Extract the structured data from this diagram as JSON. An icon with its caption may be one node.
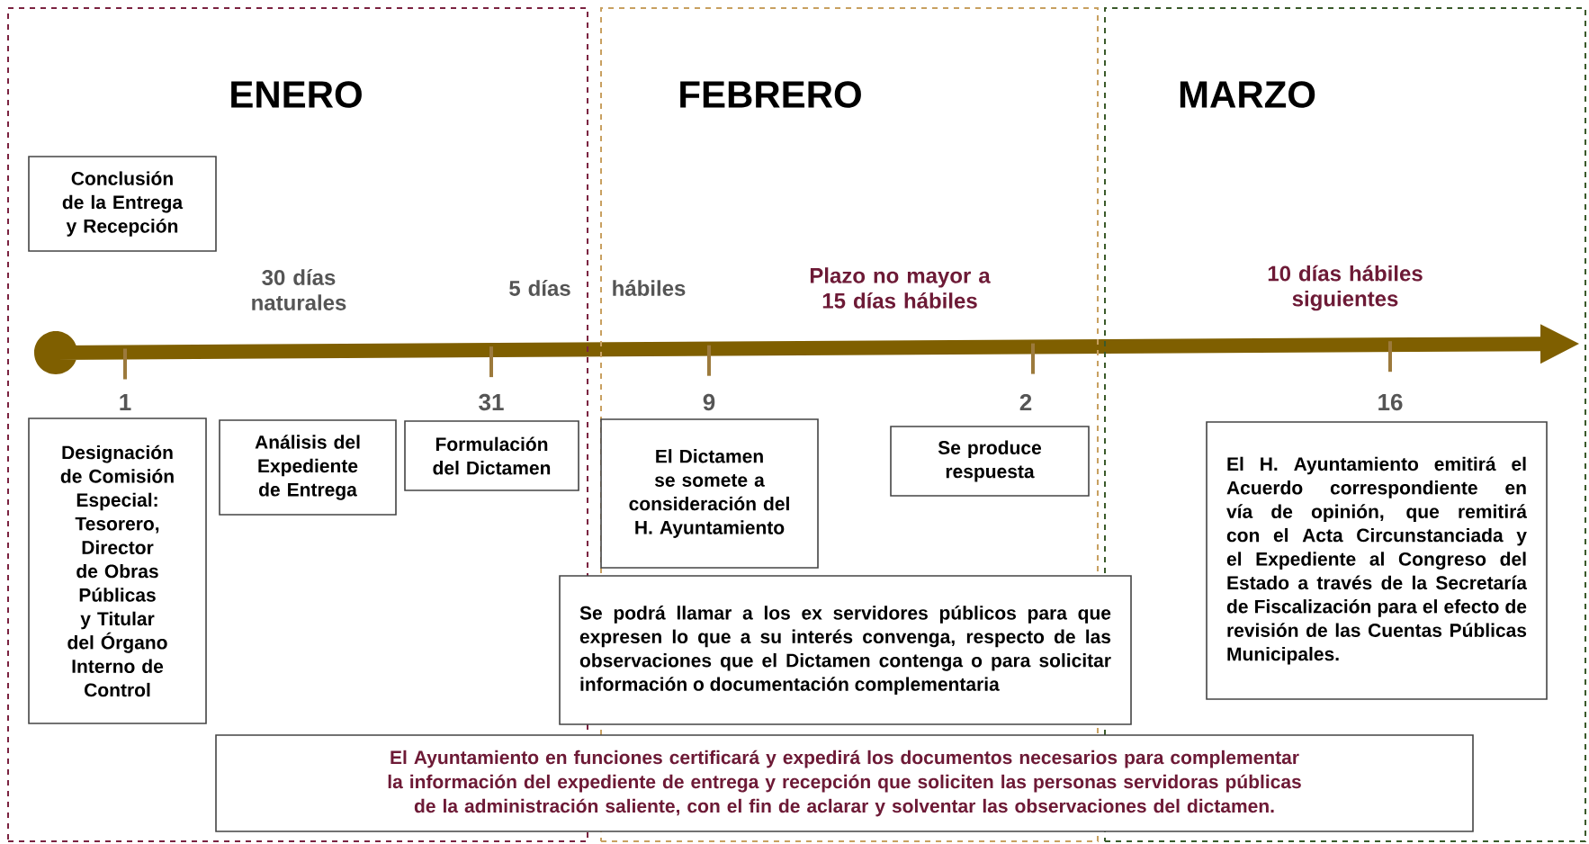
{
  "diagram": {
    "nodes": [
      {
        "text": [
          "ENERO"
        ]
      },
      {
        "text": [
          "FEBRERO"
        ]
      },
      {
        "text": [
          "MARZO"
        ]
      },
      {
        "text": [
          "Conclusión de la Entrega y Recepción"
        ],
        "in": 0
      },
      {
        "text": [
          "Designación de Comisión Especial: Tesorero, Director de Obras Públicas y Titular del Órgano Interno de Control"
        ],
        "in": 0
      },
      {
        "text": [
          "Análisis del Expediente de Entrega"
        ],
        "in": 0
      },
      {
        "text": [
          "Formulación del Dictamen"
        ],
        "in": 0
      },
      {
        "text": [
          "El Dictamen se somete a consideración del H. Ayuntamiento"
        ],
        "in": 1
      },
      {
        "text": [
          "Se produce respuesta"
        ],
        "in": 1
      },
      {
        "text": [
          "Se podrá llamar a los ex servidores públicos para que expresen lo que a su interés convenga, respecto de las observaciones que el Dictamen contenga o para solicitar información o documentación complementaria"
        ]
      },
      {
        "text": [
          "El H. Ayuntamiento emitirá el Acuerdo correspondiente en vía de opinión, que remitirá con el Acta Circunstanciada y el Expediente al Congreso del Estado a través de la Secretaría de Fiscalización para el efecto de revisión de las Cuentas Públicas Municipales."
        ],
        "in": 2
      },
      {
        "text": [
          "El Ayuntamiento en funciones certificará y expedirá los documentos necesarios para complementar la información del expediente de entrega y recepción que soliciten las personas servidoras públicas de la administración saliente, con el fin de aclarar y solventar las observaciones del dictamen."
        ]
      }
    ],
    "labels": [
      "30 días naturales",
      "5 días",
      "hábiles",
      "Plazo no mayor a 15 días hábiles",
      "10 días hábiles siguientes",
      "1",
      "31",
      "9",
      "2",
      "16"
    ]
  }
}
